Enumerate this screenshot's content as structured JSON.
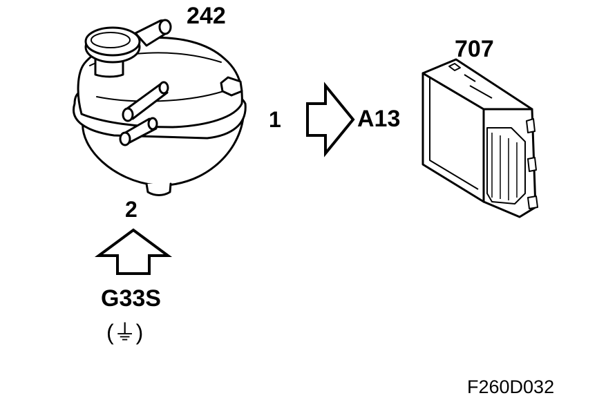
{
  "callouts": {
    "expansion_tank": "242",
    "control_module": "707",
    "arrow_right": "1",
    "arrow_up": "2"
  },
  "connections": {
    "arrow_right_target": "A13",
    "arrow_up_source": "G33S",
    "ground_symbol": "(⏚)"
  },
  "figure_id": "F260D032",
  "icons": [
    "expansion-tank-illustration",
    "control-module-illustration",
    "block-arrow-right-icon",
    "block-arrow-up-icon",
    "ground-symbol-icon"
  ],
  "colors": {
    "line": "#000000",
    "background": "#ffffff"
  }
}
